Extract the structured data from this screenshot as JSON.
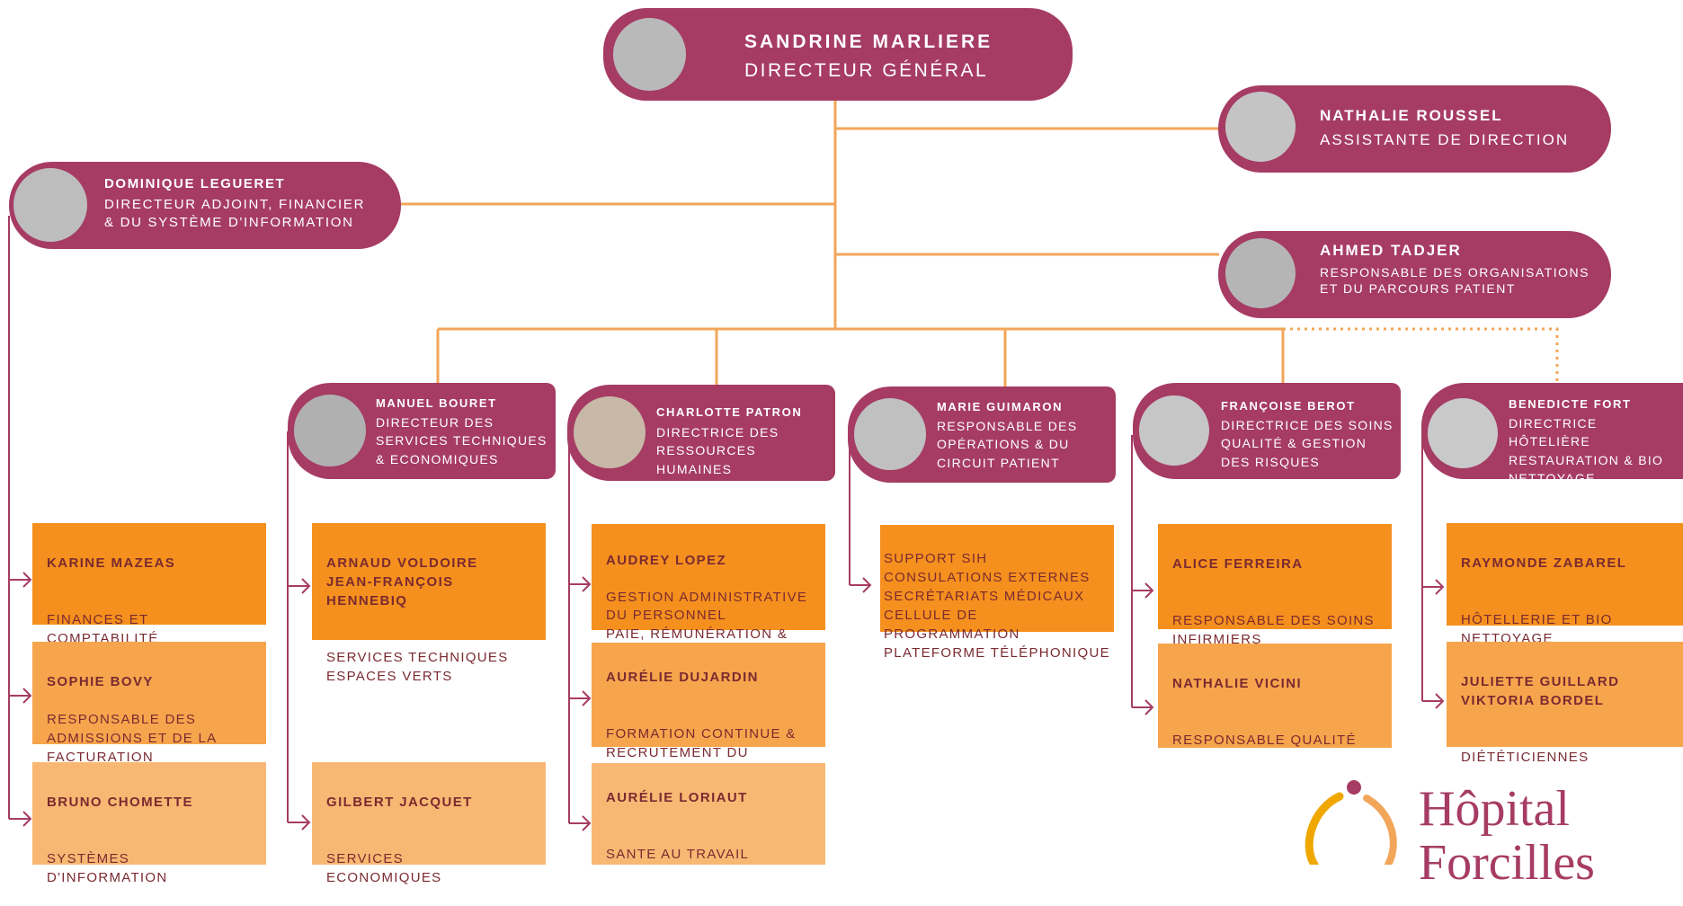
{
  "colors": {
    "brand": "#a63c63",
    "line": "#f2a65a",
    "box_1": "#f5901e",
    "box_2": "#f7a54d",
    "box_3": "#f8b873"
  },
  "director": {
    "name": "SANDRINE MARLIERE",
    "role": "DIRECTEUR GÉNÉRAL"
  },
  "assistant": {
    "name": "NATHALIE ROUSSEL",
    "role": "ASSISTANTE DE DIRECTION"
  },
  "adjoint": {
    "name": "DOMINIQUE LEGUERET",
    "role": "DIRECTEUR ADJOINT, FINANCIER\n& DU SYSTÈME D'INFORMATION"
  },
  "organisation": {
    "name": "AHMED TADJER",
    "role": "RESPONSABLE DES ORGANISATIONS\nET DU PARCOURS PATIENT"
  },
  "managers": [
    {
      "name": "MANUEL BOURET",
      "role": "DIRECTEUR DES\nSERVICES TECHNIQUES\n& ECONOMIQUES"
    },
    {
      "name": "CHARLOTTE PATRON",
      "role": "DIRECTRICE DES\nRESSOURCES HUMAINES"
    },
    {
      "name": "MARIE GUIMARON",
      "role": "RESPONSABLE DES\nOPÉRATIONS & DU\nCIRCUIT PATIENT"
    },
    {
      "name": "FRANÇOISE BEROT",
      "role": "DIRECTRICE DES SOINS\nQUALITÉ & GESTION\nDES RISQUES"
    },
    {
      "name": "BENEDICTE FORT",
      "role": "DIRECTRICE HÔTELIÈRE\nRESTAURATION & BIO\nNETTOYAGE"
    }
  ],
  "teams": {
    "adjoint": [
      {
        "name": "KARINE MAZEAS",
        "role": "\nFINANCES ET\nCOMPTABILITÉ"
      },
      {
        "name": "SOPHIE BOVY",
        "role": "RESPONSABLE DES\nADMISSIONS ET DE LA\nFACTURATION"
      },
      {
        "name": "BRUNO CHOMETTE",
        "role": "\nSYSTÈMES\nD'INFORMATION"
      }
    ],
    "bouret": [
      {
        "name": "ARNAUD VOLDOIRE\nJEAN-FRANÇOIS HENNEBIQ",
        "role": "\nSERVICES TECHNIQUES\nESPACES VERTS"
      },
      {
        "name": "GILBERT JACQUET",
        "role": "\nSERVICES\nECONOMIQUES"
      }
    ],
    "patron": [
      {
        "name": "AUDREY LOPEZ",
        "role": "GESTION ADMINISTRATIVE\nDU PERSONNEL\nPAIE, RÉMUNÉRATION  &\nDONNÉES SOCIALES"
      },
      {
        "name": "AURÉLIE DUJARDIN",
        "role": "\nFORMATION CONTINUE &\nRECRUTEMENT DU\nPERSONNEL"
      },
      {
        "name": "AURÉLIE LORIAUT",
        "role": "\n SANTE AU TRAVAIL"
      }
    ],
    "guimaron": [
      {
        "name": "",
        "role": "SUPPORT SIH\nCONSULATIONS EXTERNES\nSECRÉTARIATS MÉDICAUX\nCELLULE DE PROGRAMMATION\nPLATEFORME TÉLÉPHONIQUE"
      }
    ],
    "berot": [
      {
        "name": "ALICE FERREIRA",
        "role": "\nRESPONSABLE DES SOINS\nINFIRMIERS"
      },
      {
        "name": "NATHALIE VICINI",
        "role": "\nRESPONSABLE QUALITÉ"
      }
    ],
    "fort": [
      {
        "name": "RAYMONDE ZABAREL",
        "role": "\nHÔTELLERIE ET BIO\nNETTOYAGE"
      },
      {
        "name": "JULIETTE GUILLARD\nVIKTORIA BORDEL",
        "role": "\nDIÉTÉTICIENNES"
      }
    ]
  },
  "logo": {
    "line1": "Hôpital",
    "line2": "Forcilles"
  }
}
